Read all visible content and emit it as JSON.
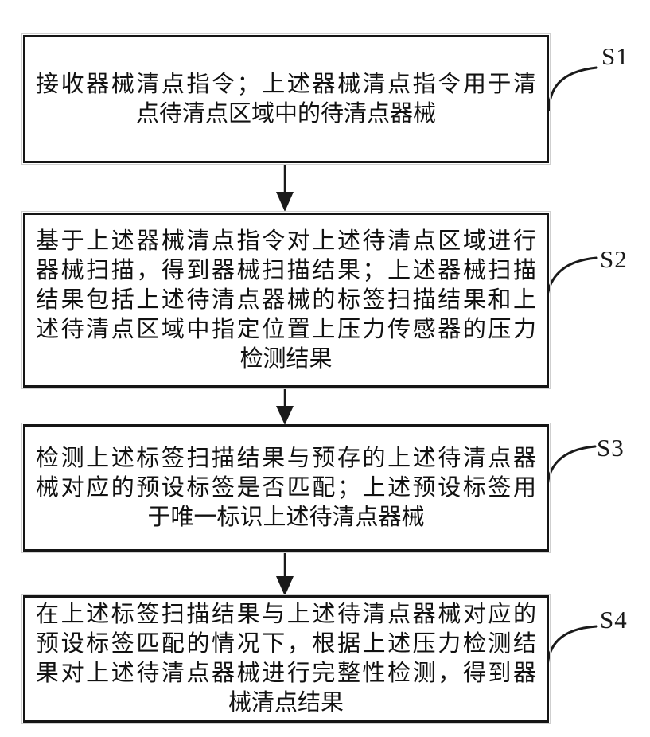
{
  "figure": {
    "type": "flowchart",
    "background_color": "#ffffff",
    "line_color": "#1a1a1a",
    "box_border_color": "#151515",
    "steps": [
      {
        "label": "S1",
        "lines": [
          "接收器械清点指令；上述器械清点指令用于清",
          "点待清点区域中的待清点器械"
        ]
      },
      {
        "label": "S2",
        "lines": [
          "基于上述器械清点指令对上述待清点区域进行",
          "器械扫描，得到器械扫描结果；上述器械扫描",
          "结果包括上述待清点器械的标签扫描结果和上",
          "述待清点区域中指定位置上压力传感器的压力",
          "检测结果"
        ]
      },
      {
        "label": "S3",
        "lines": [
          "检测上述标签扫描结果与预存的上述待清点器",
          "械对应的预设标签是否匹配；上述预设标签用",
          "于唯一标识上述待清点器械"
        ]
      },
      {
        "label": "S4",
        "lines": [
          "在上述标签扫描结果与上述待清点器械对应的",
          "预设标签匹配的情况下，根据上述压力检测结",
          "果对上述待清点器械进行完整性检测，得到器",
          "械清点结果"
        ]
      }
    ]
  }
}
